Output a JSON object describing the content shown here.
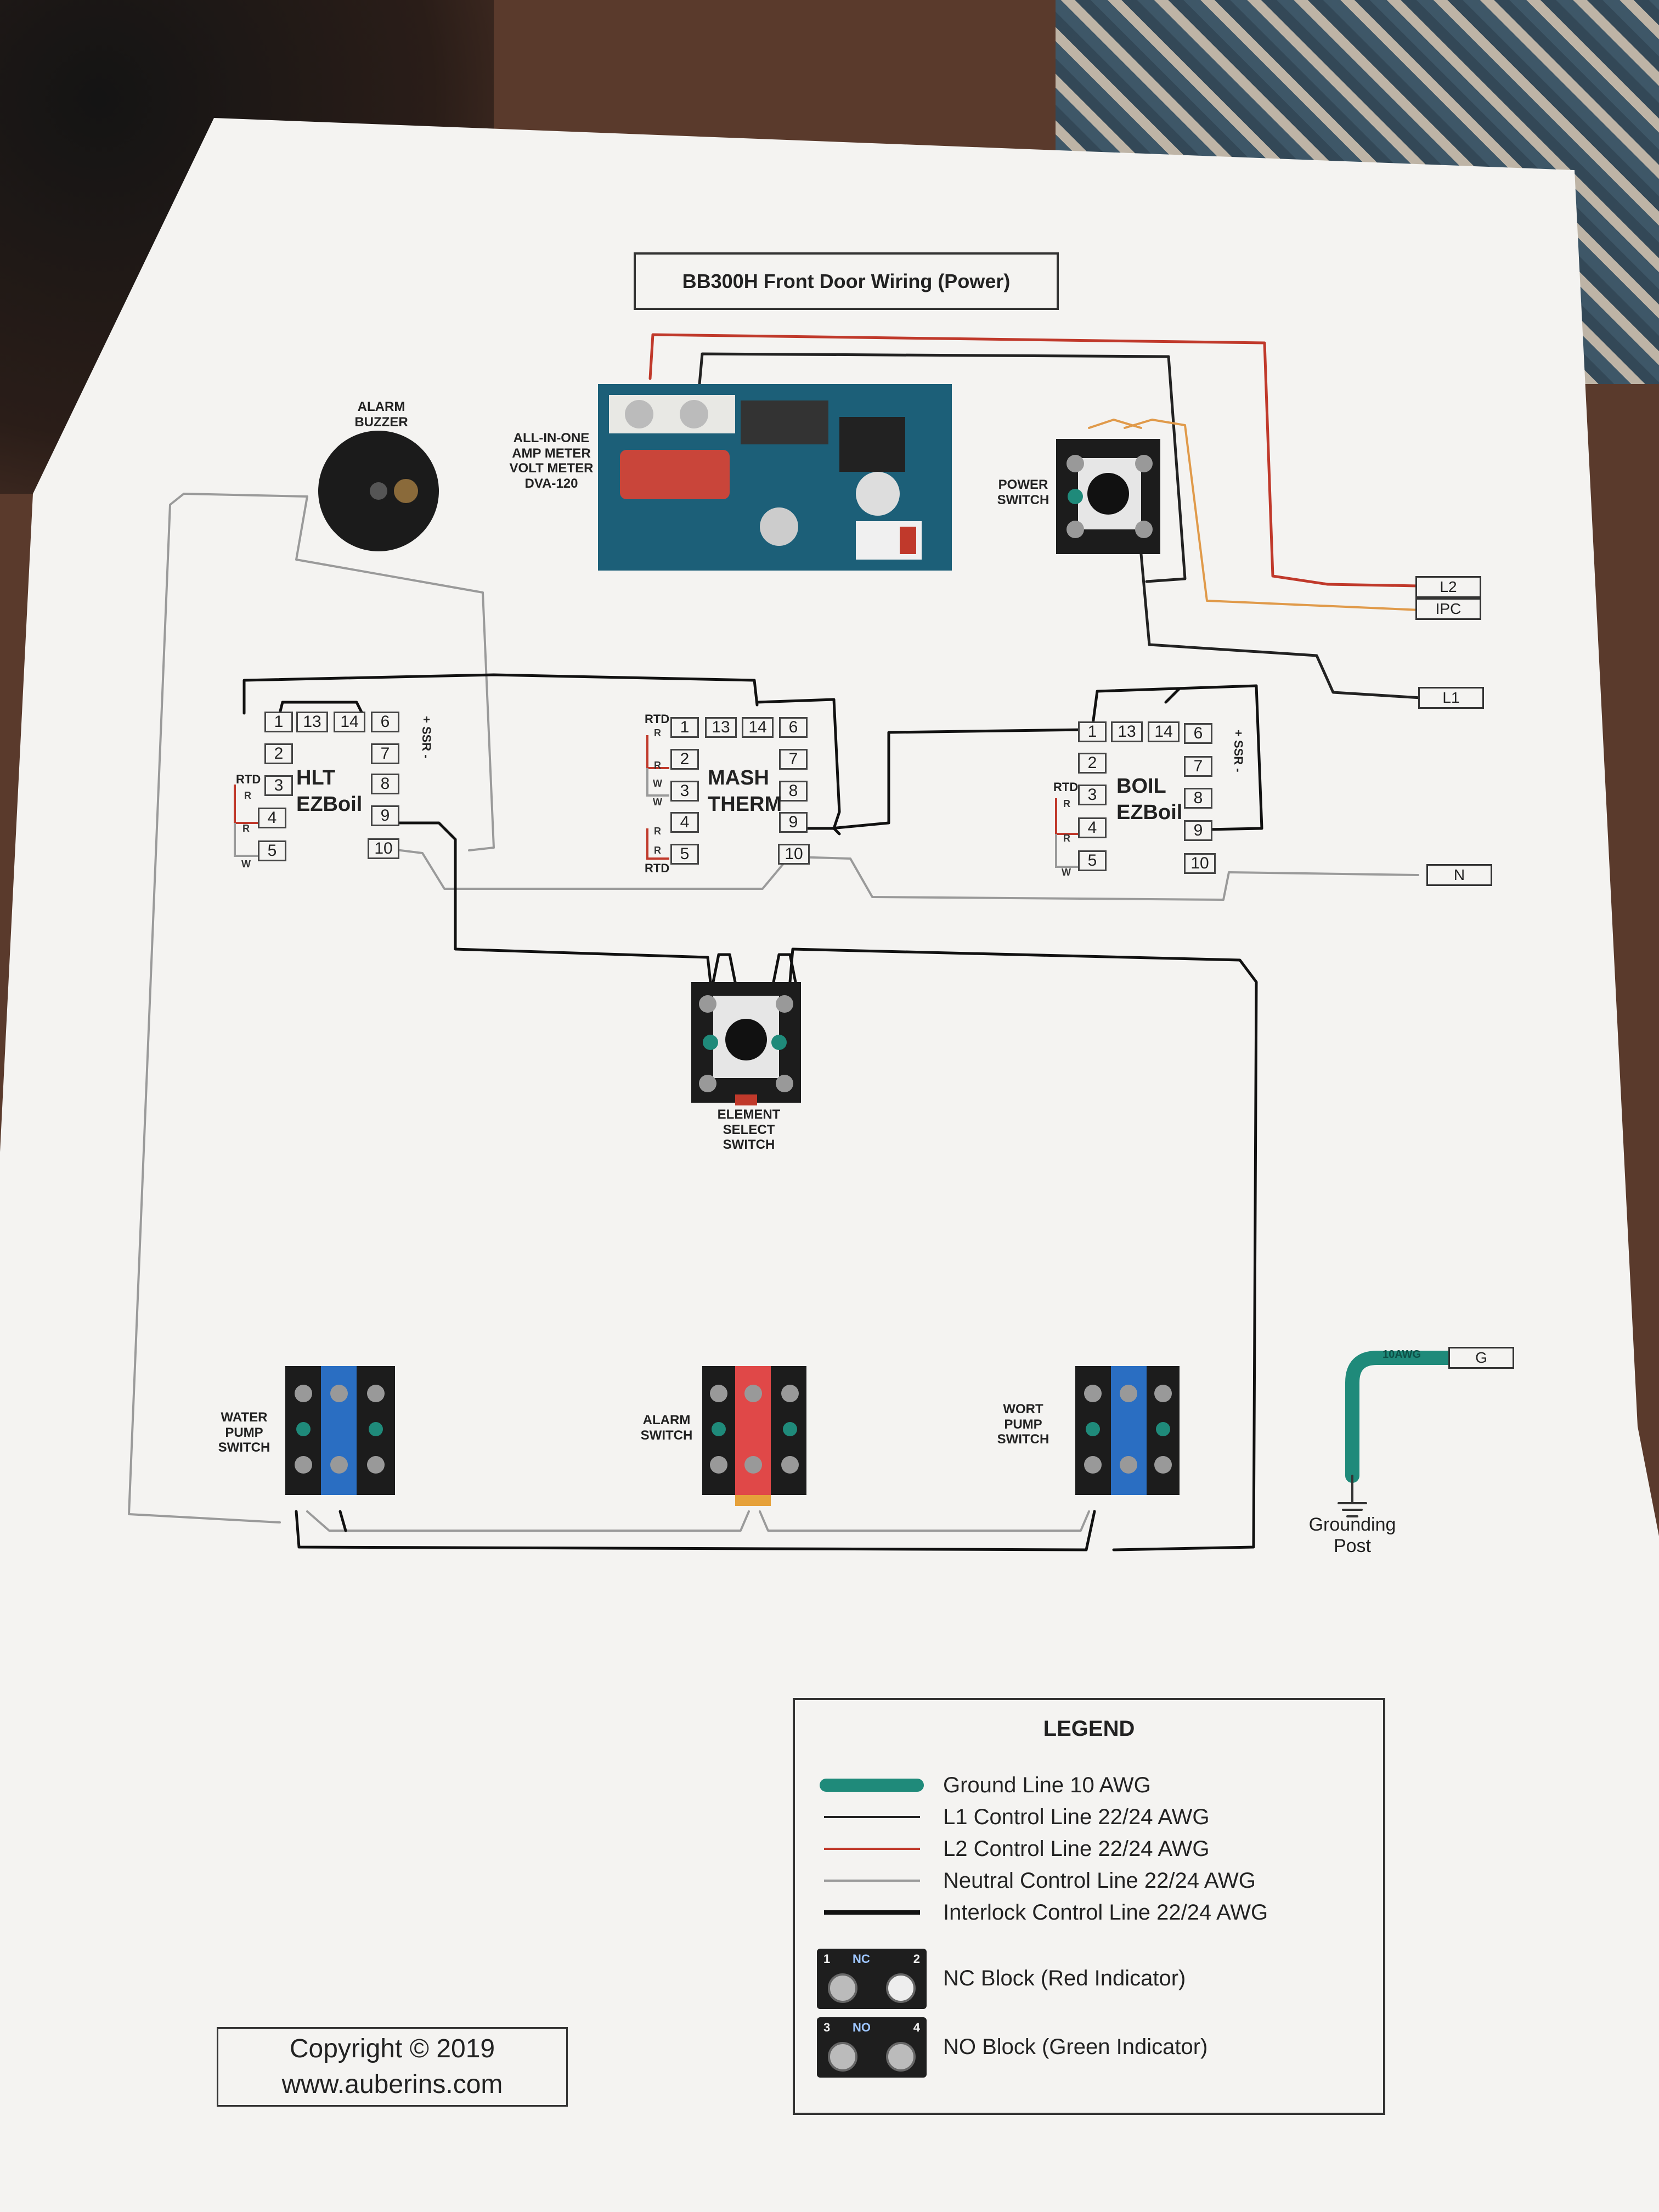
{
  "title": "BB300H Front Door Wiring (Power)",
  "components": {
    "alarm_buzzer": "ALARM\nBUZZER",
    "amp_meter": "ALL-IN-ONE\nAMP METER\nVOLT METER\nDVA-120",
    "power_switch": "POWER\nSWITCH",
    "element_select_switch": "ELEMENT\nSELECT\nSWITCH",
    "water_pump_switch": "WATER\nPUMP\nSWITCH",
    "alarm_switch": "ALARM\nSWITCH",
    "wort_pump_switch": "WORT\nPUMP\nSWITCH",
    "grounding_post": "Grounding\nPost",
    "ground_wire_label": "10AWG"
  },
  "controllers": {
    "hlt": {
      "name": "HLT\nEZBoil"
    },
    "mash": {
      "name": "MASH\nTHERM"
    },
    "boil": {
      "name": "BOIL\nEZBoil"
    },
    "terminals": [
      "1",
      "13",
      "14",
      "6",
      "2",
      "7",
      "3",
      "8",
      "4",
      "9",
      "5",
      "10"
    ],
    "rtd_label": "RTD",
    "ssr_label": "+ SSR -",
    "r_label": "R",
    "w_label": "W"
  },
  "line_tags": {
    "l2": "L2",
    "ipc": "IPC",
    "l1": "L1",
    "n": "N",
    "g": "G"
  },
  "legend": {
    "title": "LEGEND",
    "items": [
      {
        "label": "Ground Line 10 AWG",
        "color": "#1f8a7a"
      },
      {
        "label": "L1 Control Line 22/24 AWG",
        "color": "#222222"
      },
      {
        "label": "L2 Control Line 22/24 AWG",
        "color": "#c0392b"
      },
      {
        "label": "Neutral Control Line 22/24 AWG",
        "color": "#9a9a9a"
      },
      {
        "label": "Interlock Control Line 22/24 AWG",
        "color": "#111111"
      }
    ],
    "nc_block": {
      "label": "NC Block (Red Indicator)",
      "tag": "NC",
      "n1": "1",
      "n2": "2"
    },
    "no_block": {
      "label": "NO Block (Green Indicator)",
      "tag": "NO",
      "n1": "3",
      "n2": "4"
    }
  },
  "copyright": {
    "line1": "Copyright © 2019",
    "line2": "www.auberins.com"
  }
}
